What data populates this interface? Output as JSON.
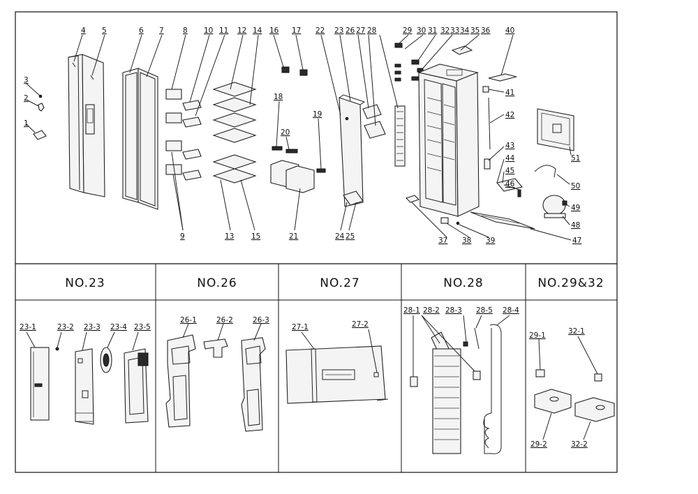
{
  "callouts_main": [
    "1",
    "2",
    "3",
    "4",
    "5",
    "6",
    "7",
    "8",
    "9",
    "10",
    "11",
    "12",
    "13",
    "14",
    "15",
    "16",
    "17",
    "18",
    "19",
    "20",
    "21",
    "22",
    "23",
    "24",
    "25",
    "26",
    "27",
    "28",
    "29",
    "30",
    "31",
    "32",
    "33",
    "34",
    "35",
    "36",
    "37",
    "38",
    "39",
    "40",
    "41",
    "42",
    "43",
    "44",
    "45",
    "46",
    "47",
    "48",
    "49",
    "50",
    "51"
  ],
  "section_headers": [
    "NO.23",
    "NO.26",
    "NO.27",
    "NO.28",
    "NO.29&32"
  ],
  "sub_callouts": {
    "no23": [
      "23-1",
      "23-2",
      "23-3",
      "23-4",
      "23-5"
    ],
    "no26": [
      "26-1",
      "26-2",
      "26-3"
    ],
    "no27": [
      "27-1",
      "27-2"
    ],
    "no28": [
      "28-1",
      "28-2",
      "28-3",
      "28-5",
      "28-4"
    ],
    "no29_32": [
      "29-1",
      "32-1",
      "29-2",
      "32-2"
    ]
  }
}
